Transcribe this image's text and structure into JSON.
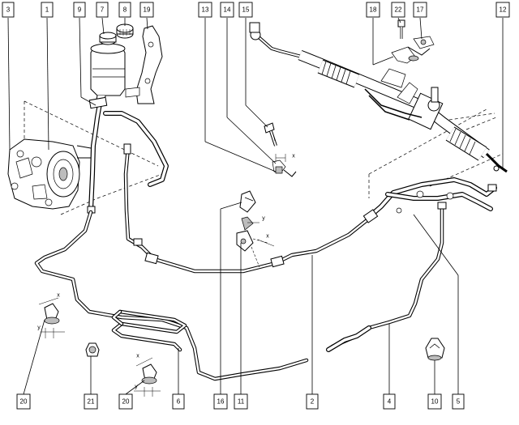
{
  "callouts": [
    {
      "id": "c1",
      "label": "1"
    },
    {
      "id": "c2",
      "label": "2"
    },
    {
      "id": "c3",
      "label": "3"
    },
    {
      "id": "c4",
      "label": "4"
    },
    {
      "id": "c5",
      "label": "5"
    },
    {
      "id": "c6",
      "label": "6"
    },
    {
      "id": "c7",
      "label": "7"
    },
    {
      "id": "c8",
      "label": "8"
    },
    {
      "id": "c9",
      "label": "9"
    },
    {
      "id": "c10",
      "label": "10"
    },
    {
      "id": "c11",
      "label": "11"
    },
    {
      "id": "c12",
      "label": "12"
    },
    {
      "id": "c13",
      "label": "13"
    },
    {
      "id": "c14",
      "label": "14"
    },
    {
      "id": "c15",
      "label": "15"
    },
    {
      "id": "c16",
      "label": "16"
    },
    {
      "id": "c17",
      "label": "17"
    },
    {
      "id": "c18",
      "label": "18"
    },
    {
      "id": "c19",
      "label": "19"
    },
    {
      "id": "c20a",
      "label": "20"
    },
    {
      "id": "c20b",
      "label": "20"
    },
    {
      "id": "c21",
      "label": "21"
    },
    {
      "id": "c22",
      "label": "22"
    }
  ],
  "dimension_labels": {
    "x": "x",
    "y": "y"
  }
}
